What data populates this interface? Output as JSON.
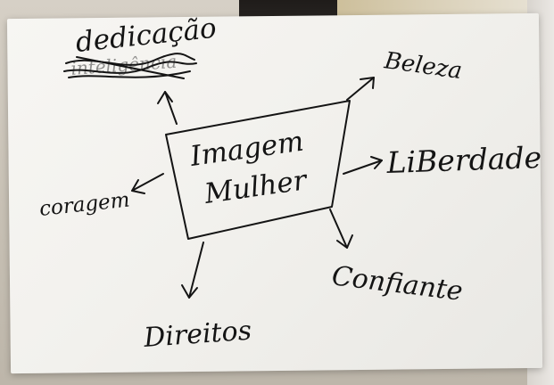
{
  "photo": {
    "description_free": true,
    "ink_color": "#141414",
    "paper_color": "#f4f3ef"
  },
  "mindmap": {
    "center": {
      "line1": "Imagem",
      "line2": "Mulher"
    },
    "top_left": {
      "label": "dedicação",
      "crossed_out": "inteligência"
    },
    "top_right": {
      "label": "Beleza"
    },
    "right": {
      "label": "LiBerdade"
    },
    "left": {
      "label": "coragem"
    },
    "bottom_left": {
      "label": "Direitos"
    },
    "bottom_right": {
      "label": "Confiante"
    }
  }
}
